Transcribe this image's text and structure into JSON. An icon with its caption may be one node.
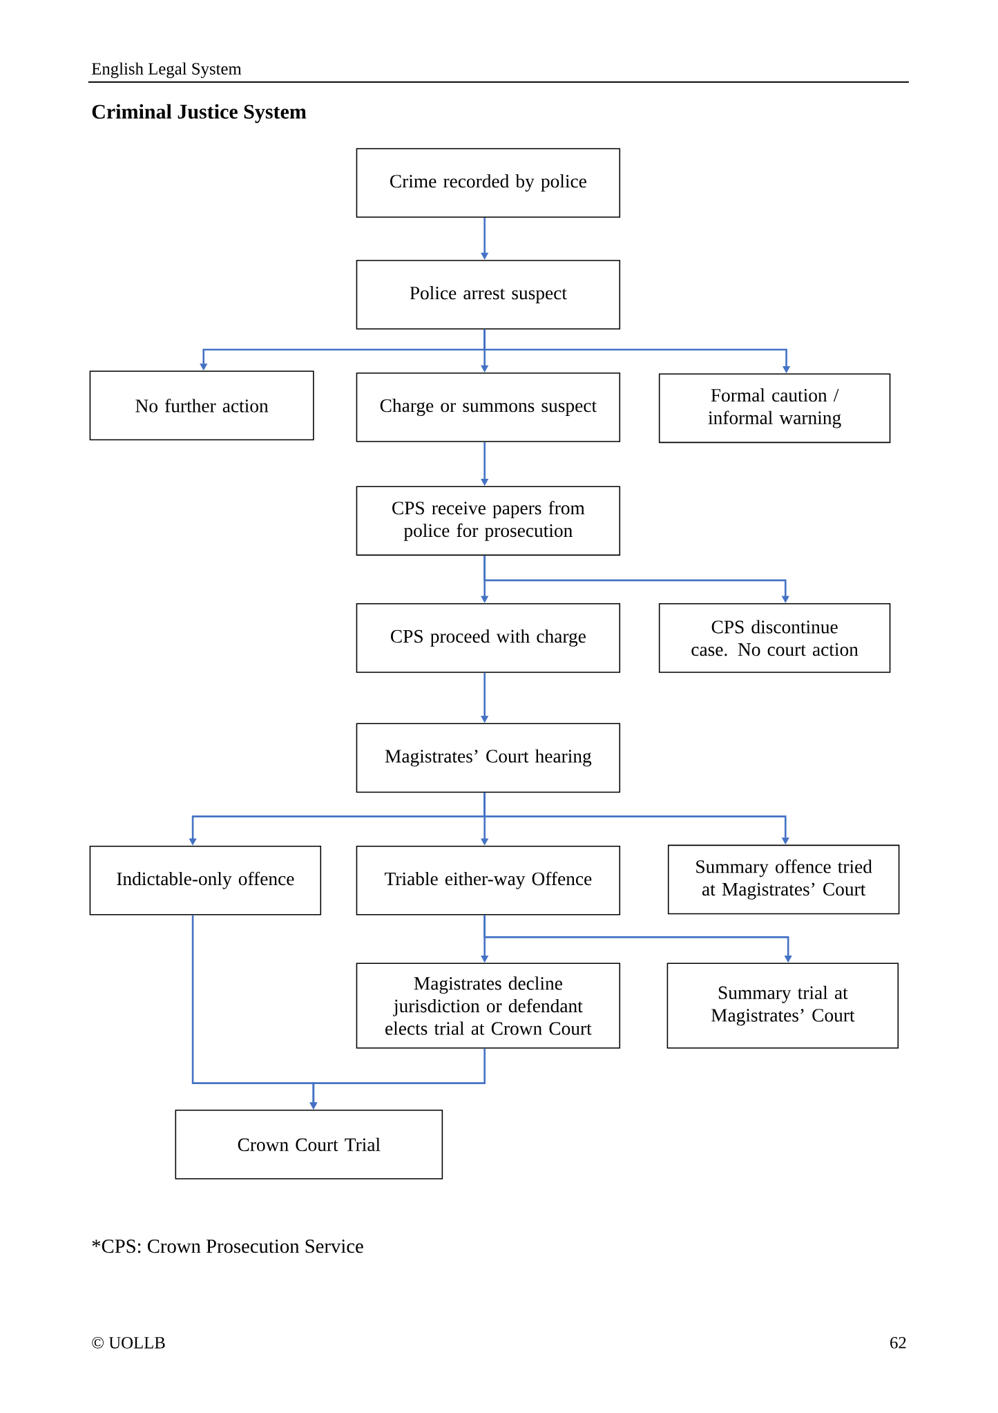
{
  "diagram": {
    "title": "Criminal Justice System",
    "nodes": [
      {
        "text": [
          "Crime recorded by police"
        ]
      },
      {
        "text": [
          "Police arrest suspect"
        ]
      },
      {
        "text": [
          "No further action"
        ]
      },
      {
        "text": [
          "Charge or summons suspect"
        ]
      },
      {
        "text": [
          "Formal caution / informal warning"
        ]
      },
      {
        "text": [
          "CPS receive papers from police for prosecution"
        ]
      },
      {
        "text": [
          "CPS proceed with charge"
        ]
      },
      {
        "text": [
          "CPS discontinue case. No court action"
        ]
      },
      {
        "text": [
          "Magistrates’ Court hearing"
        ]
      },
      {
        "text": [
          "Indictable-only offence"
        ]
      },
      {
        "text": [
          "Triable either-way Offence"
        ]
      },
      {
        "text": [
          "Summary offence tried at Magistrates’ Court"
        ]
      },
      {
        "text": [
          "Magistrates decline jurisdiction or defendant elects trial at Crown Court"
        ]
      },
      {
        "text": [
          "Summary trial at Magistrates’ Court"
        ]
      },
      {
        "text": [
          "Crown Court Trial"
        ]
      }
    ],
    "edges": [
      {
        "from": 0,
        "to": 1,
        "arrow": "to"
      },
      {
        "from": 1,
        "to": 2,
        "arrow": "to"
      },
      {
        "from": 1,
        "to": 3,
        "arrow": "to"
      },
      {
        "from": 1,
        "to": 4,
        "arrow": "to"
      },
      {
        "from": 3,
        "to": 5,
        "arrow": "to"
      },
      {
        "from": 5,
        "to": 6,
        "arrow": "to"
      },
      {
        "from": 5,
        "to": 7,
        "arrow": "to"
      },
      {
        "from": 6,
        "to": 8,
        "arrow": "to"
      },
      {
        "from": 8,
        "to": 9,
        "arrow": "to"
      },
      {
        "from": 8,
        "to": 10,
        "arrow": "to"
      },
      {
        "from": 8,
        "to": 11,
        "arrow": "to"
      },
      {
        "from": 10,
        "to": 12,
        "arrow": "to"
      },
      {
        "from": 10,
        "to": 13,
        "arrow": "to"
      },
      {
        "from": 9,
        "to": 14,
        "arrow": "to"
      },
      {
        "from": 12,
        "to": 14,
        "arrow": "to"
      }
    ],
    "labels": [
      "English Legal System",
      "*CPS: Crown Prosecution Service",
      "© UOLLB",
      "62"
    ]
  }
}
